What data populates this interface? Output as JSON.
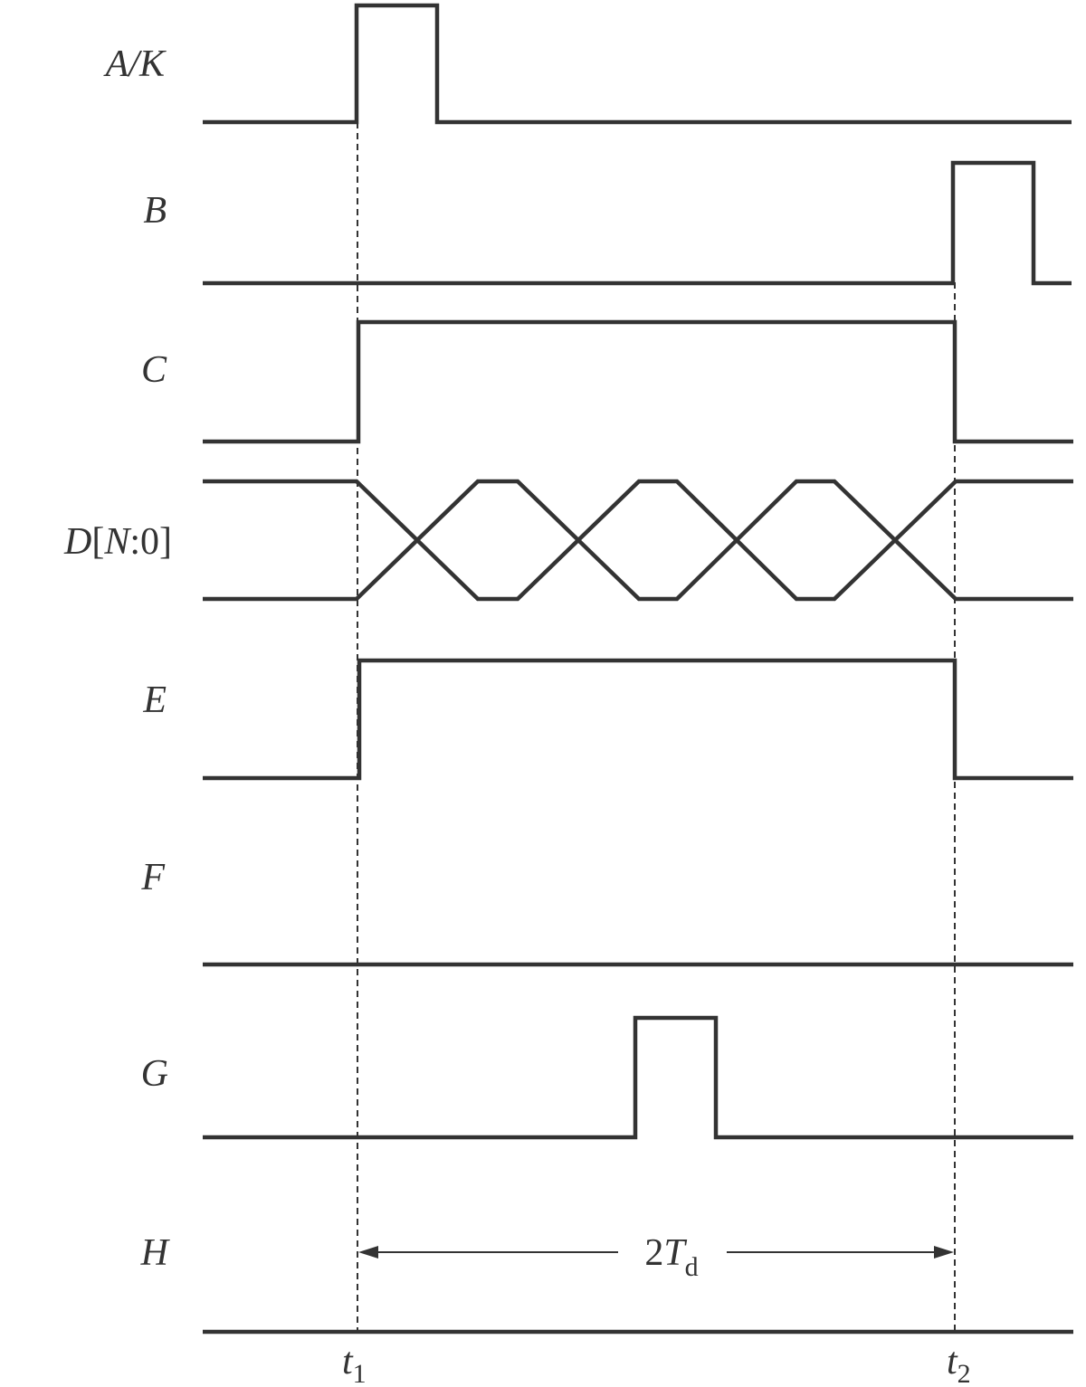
{
  "signals": [
    {
      "id": "a",
      "label": "A/K",
      "parts": [
        {
          "t": "A/K",
          "italic": true
        }
      ]
    },
    {
      "id": "b",
      "label": "B",
      "parts": [
        {
          "t": "B",
          "italic": true
        }
      ]
    },
    {
      "id": "c",
      "label": "C",
      "parts": [
        {
          "t": "C",
          "italic": true
        }
      ]
    },
    {
      "id": "d",
      "label": "D[N:0]",
      "parts": [
        {
          "t": "D",
          "italic": true
        },
        {
          "t": "[",
          "italic": false
        },
        {
          "t": "N",
          "italic": true
        },
        {
          "t": ":0]",
          "italic": false
        }
      ]
    },
    {
      "id": "e",
      "label": "E",
      "parts": [
        {
          "t": "E",
          "italic": true
        }
      ]
    },
    {
      "id": "f",
      "label": "F",
      "parts": [
        {
          "t": "F",
          "italic": true
        }
      ]
    },
    {
      "id": "g",
      "label": "G",
      "parts": [
        {
          "t": "G",
          "italic": true
        }
      ]
    },
    {
      "id": "h",
      "label": "H",
      "parts": [
        {
          "t": "H",
          "italic": true
        }
      ]
    }
  ],
  "time_markers": {
    "t1": {
      "main": "t",
      "sub": "1"
    },
    "t2": {
      "main": "t",
      "sub": "2"
    }
  },
  "interval": {
    "coefficient": "2",
    "symbol": "T",
    "sub": "d"
  },
  "colors": {
    "ink": "#333333",
    "background": "#ffffff"
  }
}
